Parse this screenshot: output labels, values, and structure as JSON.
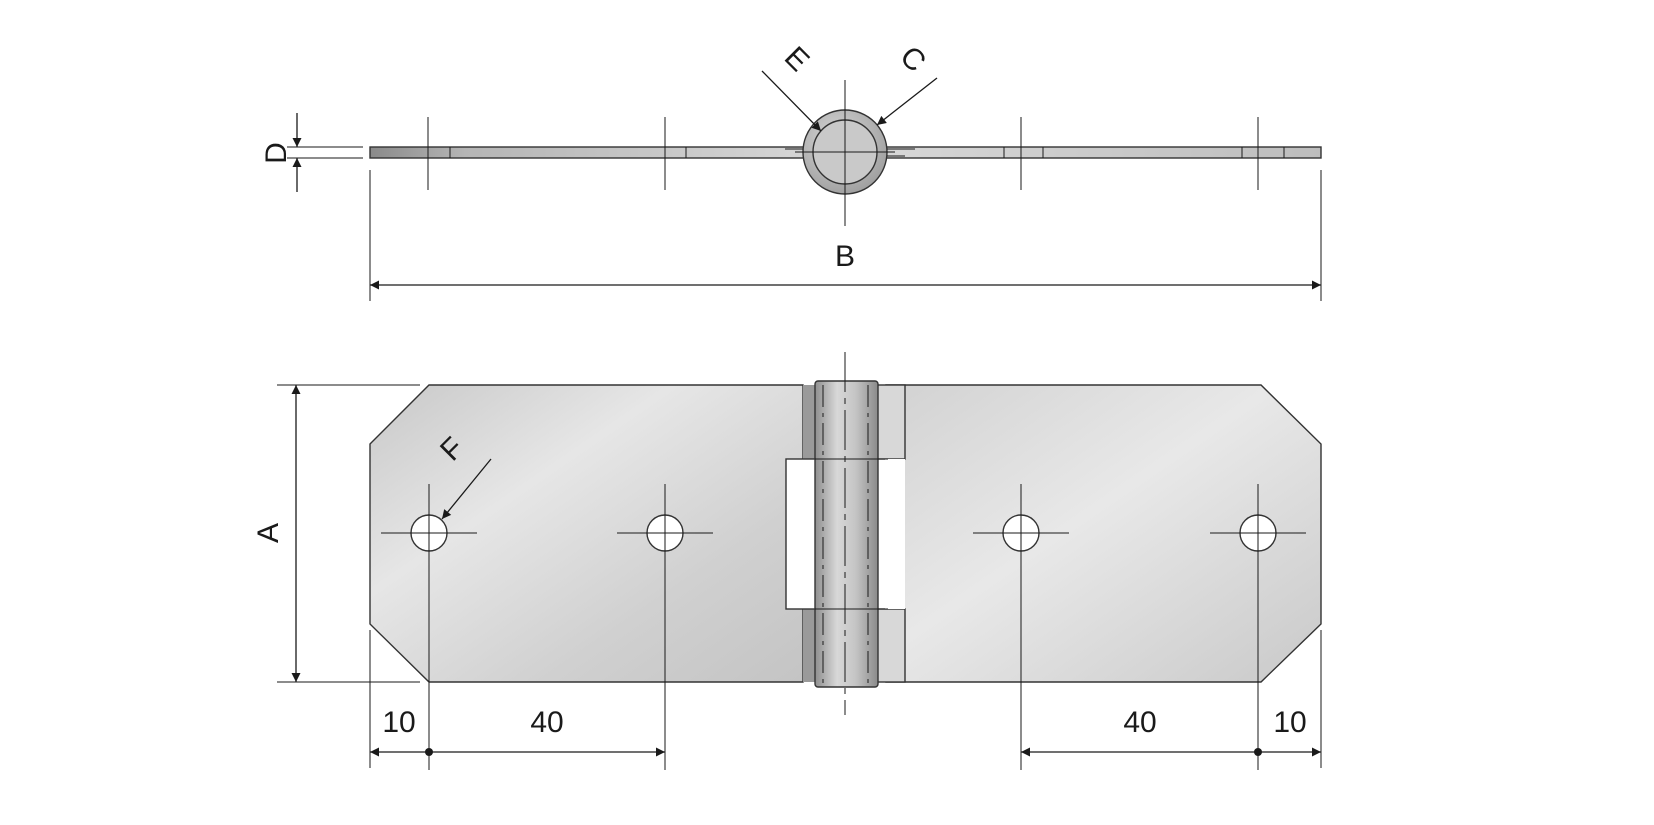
{
  "labels": {
    "a": "A",
    "b": "B",
    "c": "C",
    "d": "D",
    "e": "E",
    "f": "F"
  },
  "dimensions": {
    "left_edge": "10",
    "left_spacing": "40",
    "right_spacing": "40",
    "right_edge": "10"
  },
  "colors": {
    "plate_light": "#e4e4e4",
    "plate_mid": "#cdcdcd",
    "plate_dark": "#a9a9a9",
    "line": "#1a1a1a"
  }
}
